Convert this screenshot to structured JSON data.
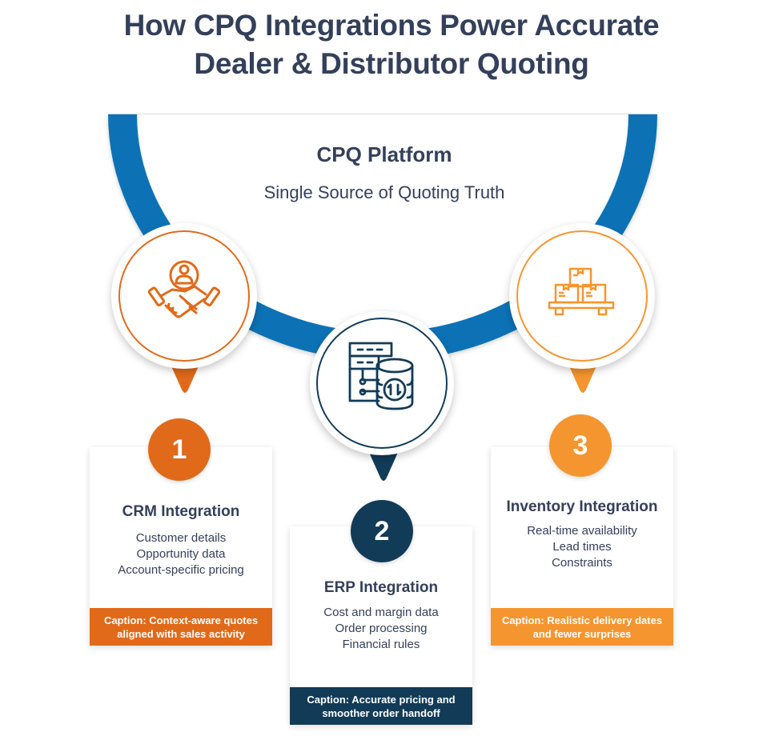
{
  "title": {
    "line1": "How CPQ Integrations Power Accurate",
    "line2": "Dealer & Distributor Quoting"
  },
  "platform": {
    "title": "CPQ Platform",
    "subtitle": "Single Source of Quoting Truth"
  },
  "colors": {
    "arc_blue": "#0b72b5",
    "crm_orange": "#e06a1a",
    "erp_navy": "#123b57",
    "inventory_orange": "#f5952f",
    "text_dark": "#34405a"
  },
  "integrations": [
    {
      "number": "1",
      "icon": "handshake-customer-icon",
      "title": "CRM Integration",
      "lines": [
        "Customer details",
        "Opportunity data",
        "Account-specific pricing"
      ],
      "caption_line1": "Caption: Context-aware quotes",
      "caption_line2": "aligned with sales activity"
    },
    {
      "number": "2",
      "icon": "server-database-sync-icon",
      "title": "ERP Integration",
      "lines": [
        "Cost and margin data",
        "Order processing",
        "Financial rules"
      ],
      "caption_line1": "Caption: Accurate pricing and",
      "caption_line2": "smoother order handoff"
    },
    {
      "number": "3",
      "icon": "boxes-pallet-icon",
      "title": "Inventory Integration",
      "lines": [
        "Real-time availability",
        "Lead times",
        "Constraints"
      ],
      "caption_line1": "Caption: Realistic delivery dates",
      "caption_line2": "and fewer surprises"
    }
  ]
}
